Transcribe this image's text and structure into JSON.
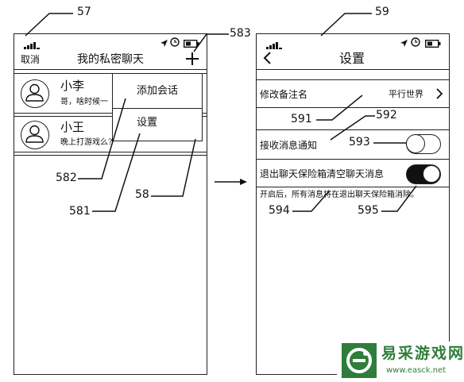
{
  "refs": {
    "r57": "57",
    "r59": "59",
    "r583": "583",
    "r582": "582",
    "r581": "581",
    "r58": "58",
    "r591": "591",
    "r592": "592",
    "r593": "593",
    "r594": "594",
    "r595": "595"
  },
  "left_screen": {
    "cancel_label": "取消",
    "title": "我的私密聊天",
    "add_icon": "plus-icon",
    "chats": [
      {
        "name": "小李",
        "preview": "哥，啥时候一"
      },
      {
        "name": "小王",
        "preview": "晚上打游戏么?"
      }
    ],
    "popup": {
      "add_chat": "添加会话",
      "settings": "设置"
    }
  },
  "right_screen": {
    "back_icon": "chevron-left-icon",
    "title": "设置",
    "rows": {
      "remark_label": "修改备注名",
      "remark_value": "平行世界",
      "notify_label": "接收消息通知",
      "safebox_label": "退出聊天保险箱清空聊天消息",
      "safebox_note": "开启后，所有消息将在退出聊天保险箱消除。"
    },
    "toggles": {
      "notify_on": false,
      "safebox_on": true
    }
  },
  "watermark": {
    "cn": "易采游戏网",
    "url": "www.easck.net",
    "color": "#2e7d3a"
  }
}
